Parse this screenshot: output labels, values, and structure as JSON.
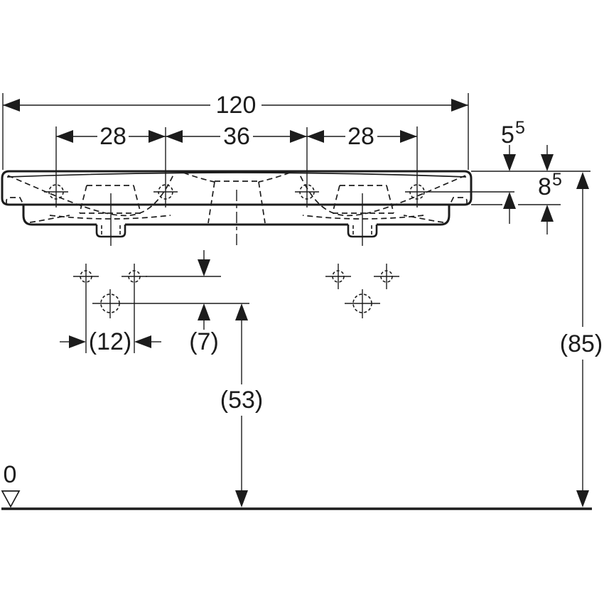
{
  "drawing": {
    "title": "double-washbasin-front-elevation",
    "units": "cm",
    "dimensions": {
      "overall_width": "120",
      "left_faucet_spacing": "28",
      "center_faucet_spacing": "36",
      "right_faucet_spacing": "28",
      "rim_to_faucet_axis": {
        "main": "5",
        "sup": "5"
      },
      "rim_height": {
        "main": "8",
        "sup": "5"
      },
      "overall_height": "(85)",
      "trap_height": "(53)",
      "bracket_spacing": "(12)",
      "bracket_offset": "(7)",
      "datum_level": "0"
    },
    "colors": {
      "line": "#1c1c1c",
      "background": "#ffffff"
    }
  }
}
